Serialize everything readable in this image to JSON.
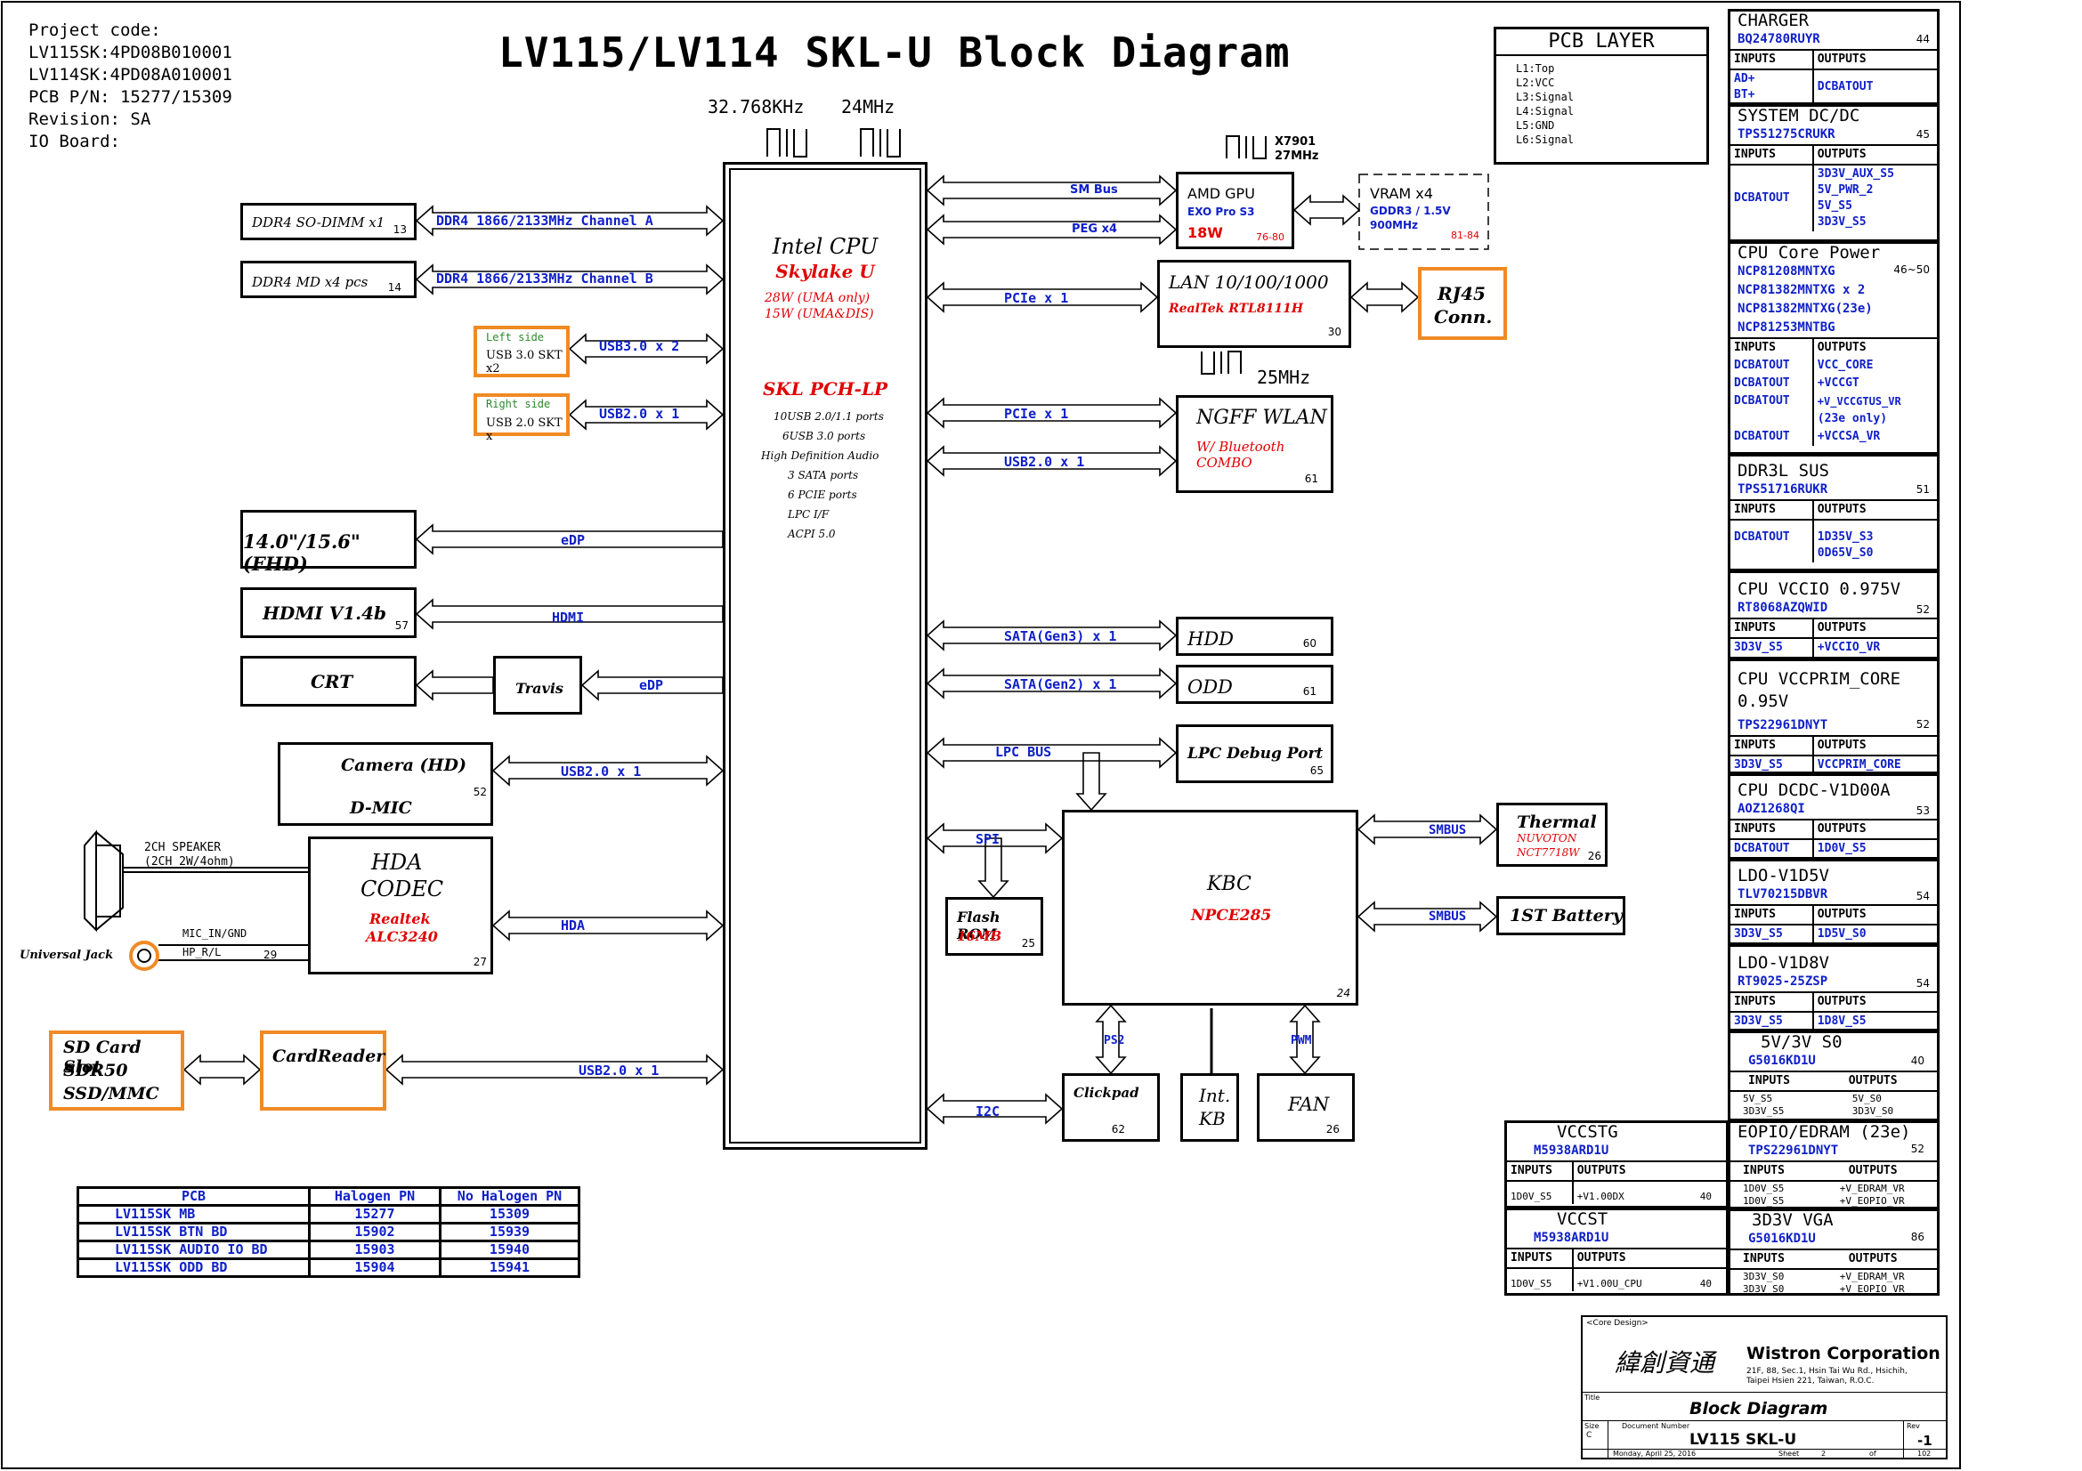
{
  "project": {
    "lines": [
      "Project code:",
      "LV115SK:4PD08B010001",
      "LV114SK:4PD08A010001",
      "PCB P/N: 15277/15309",
      "Revision: SA",
      "IO Board:"
    ]
  },
  "title": "LV115/LV114 SKL-U Block Diagram",
  "clocks": {
    "rtc": "32.768KHz",
    "sys": "24MHz",
    "gpu_xtal": "X7901",
    "gpu_xtal_freq": "27MHz",
    "lan_clk": "25MHz"
  },
  "pcb_layer": {
    "title": "PCB LAYER",
    "layers": [
      "L1:Top",
      "L2:VCC",
      "L3:Signal",
      "L4:Signal",
      "L5:GND",
      "L6:Signal"
    ]
  },
  "cpu": {
    "name": "Intel CPU",
    "codename": "Skylake U",
    "tdp1": "28W (UMA only)",
    "tdp2": "15W (UMA&DIS)",
    "pch": "SKL PCH-LP",
    "features": [
      "10USB 2.0/1.1 ports",
      "6USB 3.0 ports",
      "High Definition Audio",
      "3 SATA ports",
      "6 PCIE ports",
      "LPC I/F",
      "ACPI 5.0"
    ]
  },
  "left": {
    "dimm": {
      "label": "DDR4 SO-DIMM x1",
      "page": "13",
      "bus": "DDR4 1866/2133MHz Channel A"
    },
    "md": {
      "label": "DDR4 MD x4 pcs",
      "page": "14",
      "bus": "DDR4 1866/2133MHz Channel B"
    },
    "usb3": {
      "side": "Left side",
      "label": "USB 3.0 SKT x2",
      "bus": "USB3.0 x 2"
    },
    "usb2": {
      "side": "Right side",
      "label": "USB 2.0 SKT x",
      "bus": "USB2.0 x 1"
    },
    "panel": {
      "label": "14.0\"/15.6\" (FHD)",
      "bus": "eDP"
    },
    "hdmi": {
      "label": "HDMI V1.4b",
      "page": "57",
      "bus": "HDMI"
    },
    "crt": {
      "label": "CRT"
    },
    "travis": {
      "label": "Travis",
      "bus": "eDP"
    },
    "camera": {
      "label": "Camera (HD)",
      "dmic": "D-MIC",
      "page": "52",
      "bus": "USB2.0 x 1"
    },
    "speaker": {
      "l1": "2CH SPEAKER",
      "l2": "(2CH 2W/4ohm)"
    },
    "codec": {
      "l1": "HDA",
      "l2": "CODEC",
      "vendor": "Realtek",
      "part": "ALC3240",
      "page": "27",
      "bus": "HDA"
    },
    "jack": {
      "label": "Universal Jack",
      "mic": "MIC_IN/GND",
      "hp": "HP_R/L",
      "page": "29"
    },
    "sd": {
      "l1": "SD Card Slot",
      "l2": "SDR50",
      "l3": "SSD/MMC"
    },
    "cardreader": {
      "label": "CardReader",
      "bus": "USB2.0 x 1"
    }
  },
  "right": {
    "smbus": "SM Bus",
    "peg": "PEG x4",
    "gpu": {
      "l1": "AMD GPU",
      "l2": "EXO Pro S3",
      "watt": "18W",
      "pages": "76-80"
    },
    "vram": {
      "l1": "VRAM x4",
      "l2": "GDDR3 / 1.5V",
      "l3": "900MHz",
      "pages": "81-84"
    },
    "lan": {
      "l1": "LAN 10/100/1000",
      "l2": "RealTek RTL8111H",
      "page": "30",
      "bus": "PCIe x 1"
    },
    "rj45": {
      "l1": "RJ45",
      "l2": "Conn."
    },
    "wlan": {
      "l1": "NGFF WLAN",
      "l2": "W/ Bluetooth",
      "l3": "COMBO",
      "page": "61",
      "bus1": "PCIe x 1",
      "bus2": "USB2.0 x 1"
    },
    "hdd": {
      "label": "HDD",
      "page": "60",
      "bus": "SATA(Gen3) x 1"
    },
    "odd": {
      "label": "ODD",
      "page": "61",
      "bus": "SATA(Gen2) x 1"
    },
    "lpc": {
      "label": "LPC Debug Port",
      "page": "65",
      "bus": "LPC BUS"
    },
    "spi": "SPI",
    "flash": {
      "l1": "Flash ROM",
      "l2": "16MB",
      "page": "25"
    },
    "kbc": {
      "l1": "KBC",
      "l2": "NPCE285",
      "page": "24"
    },
    "thermal": {
      "l1": "Thermal",
      "l2": "NUVOTON",
      "l3": "NCT7718W",
      "page": "26",
      "bus": "SMBUS"
    },
    "battery": {
      "label": "1ST Battery",
      "bus": "SMBUS"
    },
    "clickpad": {
      "label": "Clickpad",
      "page": "62",
      "bus": "PS2"
    },
    "kb": {
      "l1": "Int.",
      "l2": "KB"
    },
    "fan": {
      "label": "FAN",
      "page": "26",
      "bus": "PWM"
    },
    "i2c": "I2C"
  },
  "pcb_table": {
    "headers": [
      "PCB",
      "Halogen PN",
      "No Halogen PN"
    ],
    "rows": [
      [
        "LV115SK MB",
        "15277",
        "15309"
      ],
      [
        "LV115SK BTN BD",
        "15902",
        "15939"
      ],
      [
        "LV115SK AUDIO IO BD",
        "15903",
        "15940"
      ],
      [
        "LV115SK ODD BD",
        "15904",
        "15941"
      ]
    ]
  },
  "power": {
    "charger": {
      "title": "CHARGER",
      "chip": "BQ24780RUYR",
      "page": "44",
      "in": [
        "AD+",
        "BT+"
      ],
      "out": [
        "DCBATOUT"
      ]
    },
    "sysdcdc": {
      "title": "SYSTEM DC/DC",
      "chip": "TPS51275CRUKR",
      "page": "45",
      "in": [
        "DCBATOUT"
      ],
      "out": [
        "3D3V_AUX_S5",
        "5V_PWR_2",
        "5V_S5",
        "3D3V_S5"
      ]
    },
    "cpucore": {
      "title": "CPU Core Power",
      "chips": [
        "NCP81208MNTXG",
        "NCP81382MNTXG x 2",
        "NCP81382MNTXG(23e)",
        "NCP81253MNTBG"
      ],
      "page": "46~50",
      "rows": [
        [
          "DCBATOUT",
          "VCC_CORE"
        ],
        [
          "DCBATOUT",
          "+VCCGT"
        ],
        [
          "DCBATOUT",
          "+V_VCCGTUS_VR"
        ],
        [
          "",
          "(23e only)"
        ],
        [
          "DCBATOUT",
          "+VCCSA_VR"
        ]
      ]
    },
    "ddr3l": {
      "title": "DDR3L SUS",
      "chip": "TPS51716RUKR",
      "page": "51",
      "in": [
        "DCBATOUT"
      ],
      "out": [
        "1D35V_S3",
        "0D65V_S0"
      ]
    },
    "vccio": {
      "title": "CPU VCCIO 0.975V",
      "chip": "RT8068AZQWID",
      "page": "52",
      "in": [
        "3D3V_S5"
      ],
      "out": [
        "+VCCIO_VR"
      ]
    },
    "vccprim": {
      "title": "CPU VCCPRIM_CORE",
      "title2": "0.95V",
      "chip": "TPS22961DNYT",
      "page": "52",
      "in": [
        "3D3V_S5"
      ],
      "out": [
        "VCCPRIM_CORE"
      ]
    },
    "v1d00": {
      "title": "CPU DCDC-V1D00A",
      "chip": "AOZ1268QI",
      "page": "53",
      "in": [
        "DCBATOUT"
      ],
      "out": [
        "1D0V_S5"
      ]
    },
    "v1d5": {
      "title": "LDO-V1D5V",
      "chip": "TLV70215DBVR",
      "page": "54",
      "in": [
        "3D3V_S5"
      ],
      "out": [
        "1D5V_S0"
      ]
    },
    "v1d8": {
      "title": "LDO-V1D8V",
      "chip": "RT9025-25ZSP",
      "page": "54",
      "in": [
        "3D3V_S5"
      ],
      "out": [
        "1D8V_S5"
      ]
    },
    "v5v3": {
      "title": "5V/3V S0",
      "chip": "G5016KD1U",
      "page": "40",
      "in": [
        "5V_S5",
        "3D3V_S5"
      ],
      "out": [
        "5V_S0",
        "3D3V_S0"
      ]
    },
    "eopio": {
      "title": "EOPIO/EDRAM (23e)",
      "chip": "TPS22961DNYT",
      "page": "52",
      "in": [
        "1D0V_S5",
        "1D0V_S5"
      ],
      "out": [
        "+V_EDRAM_VR",
        "+V_EOPIO_VR"
      ]
    },
    "vga": {
      "title": "3D3V VGA",
      "chip": "G5016KD1U",
      "page": "86",
      "in": [
        "3D3V_S0",
        "3D3V_S0"
      ],
      "out": [
        "+V_EDRAM_VR",
        "+V_EOPIO_VR"
      ]
    },
    "vccstg": {
      "title": "VCCSTG",
      "chip": "M5938ARD1U",
      "page": "40",
      "in": [
        "1D0V_S5"
      ],
      "out": [
        "+V1.00DX"
      ]
    },
    "vccst": {
      "title": "VCCST",
      "chip": "M5938ARD1U",
      "page": "40",
      "in": [
        "1D0V_S5"
      ],
      "out": [
        "+V1.00U_CPU"
      ]
    },
    "io_in": "INPUTS",
    "io_out": "OUTPUTS"
  },
  "titleblock": {
    "core": "<Core Design>",
    "logo": "緯創資通",
    "company": "Wistron Corporation",
    "addr1": "21F, 88, Sec.1, Hsin Tai Wu Rd., Hsichih,",
    "addr2": "Taipei Hsien 221, Taiwan, R.O.C.",
    "title_lbl": "Title",
    "title": "Block Diagram",
    "size_lbl": "Size",
    "size": "C",
    "docno_lbl": "Document Number",
    "docno": "LV115 SKL-U",
    "rev_lbl": "Rev",
    "rev": "-1",
    "date": "Monday, April 25, 2016",
    "sheet_lbl": "Sheet",
    "sheet": "2",
    "of_lbl": "of",
    "of": "102"
  }
}
